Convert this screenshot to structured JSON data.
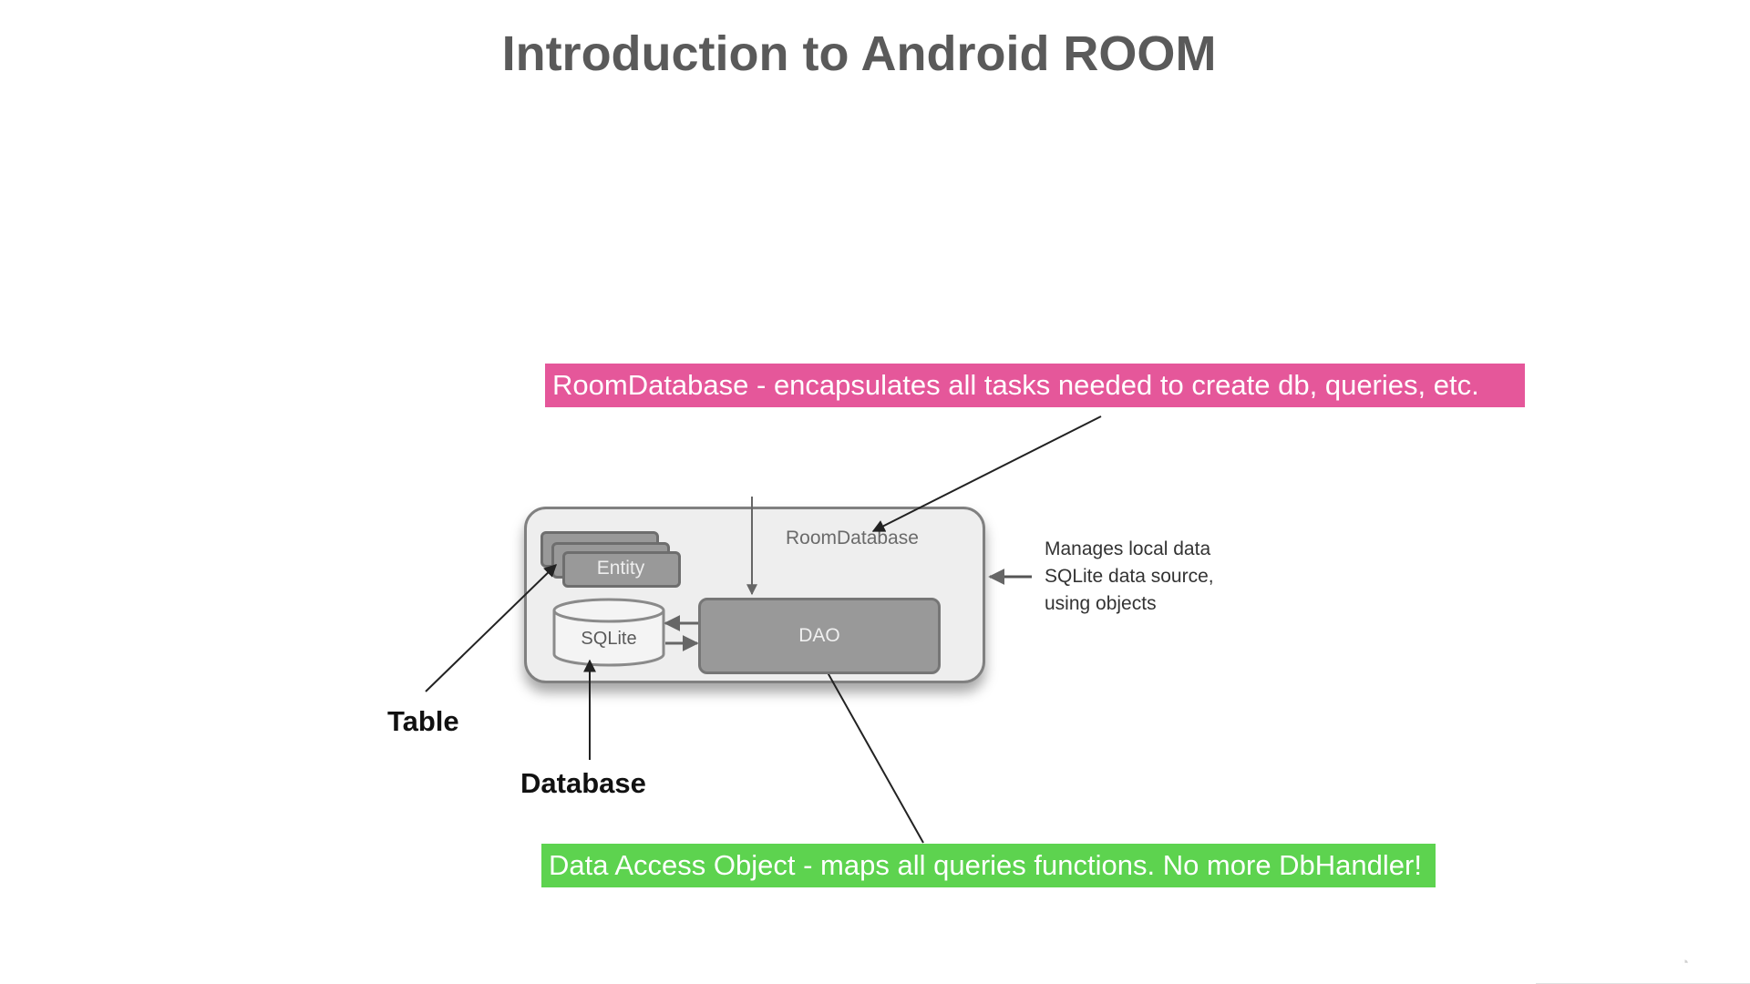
{
  "slide": {
    "title": "Introduction to Android ROOM"
  },
  "banners": {
    "room": "RoomDatabase - encapsulates all tasks needed to create db, queries, etc.",
    "dao": "Data Access Object - maps all queries functions. No more DbHandler!"
  },
  "diagram": {
    "room_label": "RoomDatabase",
    "entity_label": "Entity",
    "sqlite_label": "SQLite",
    "dao_label": "DAO",
    "note_lines": [
      "Manages local data",
      "SQLite data source,",
      "using objects"
    ]
  },
  "callouts": {
    "table": "Table",
    "database": "Database"
  },
  "colors": {
    "room_banner": "#e5579a",
    "dao_banner": "#5dd34f",
    "title": "#5a5a5a"
  }
}
